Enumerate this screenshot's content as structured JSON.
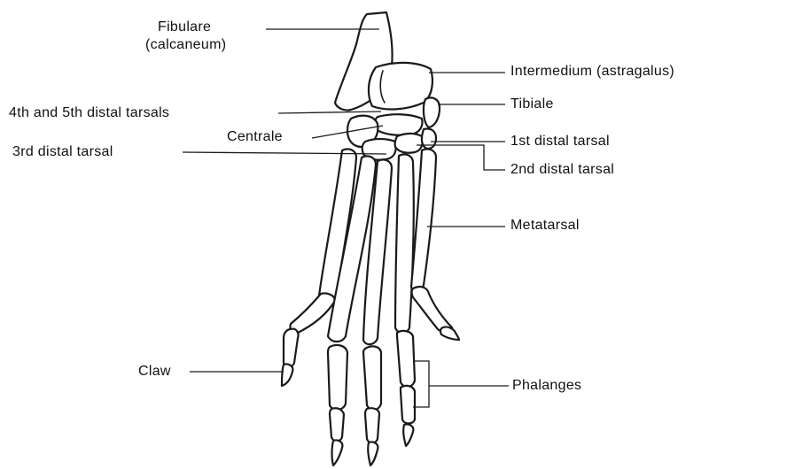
{
  "diagram": {
    "colors": {
      "ink": "#1a1a1a",
      "background": "#ffffff"
    },
    "labels": {
      "fibulare": "Fibulare",
      "calcaneum": "(calcaneum)",
      "intermedium": "Intermedium  (astragalus)",
      "distal_4_5": "4th and 5th distal tarsals",
      "tibiale": "Tibiale",
      "centrale": "Centrale",
      "distal_1": "1st distal tarsal",
      "distal_3": "3rd distal tarsal",
      "distal_2": "2nd distal tarsal",
      "metatarsal": "Metatarsal",
      "claw": "Claw",
      "phalanges": "Phalanges"
    }
  }
}
